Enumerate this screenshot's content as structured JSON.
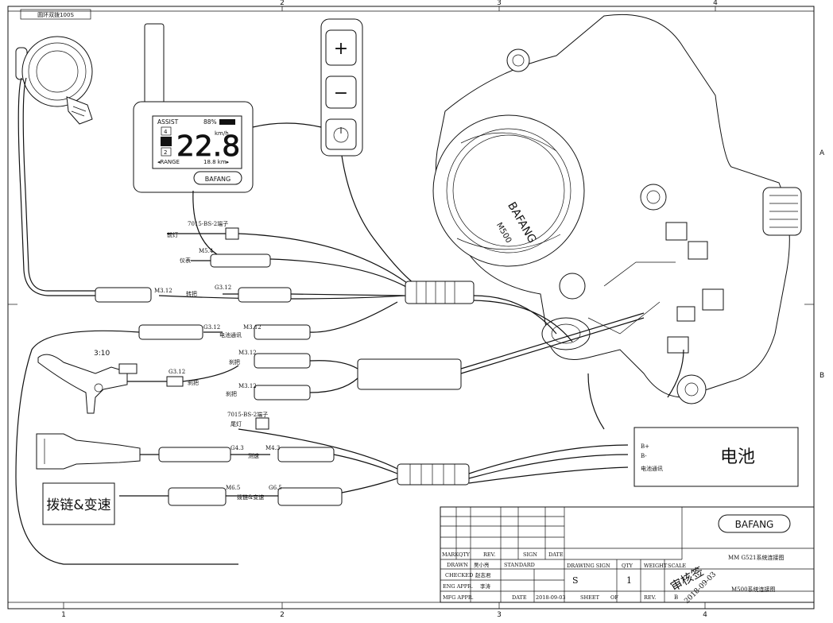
{
  "frame": {
    "col_top": [
      "2",
      "3",
      "4"
    ],
    "col_bottom": [
      "1",
      "2",
      "3",
      "4"
    ],
    "row_right": [
      "A",
      "B"
    ]
  },
  "components": {
    "throttle_title": "圆环双拨100S",
    "display": {
      "assist": "ASSIST",
      "battery": "88%",
      "level_high": "4",
      "level_low": "2",
      "speed": "22.8",
      "unit": "km/h",
      "range_label": "◂RANGE",
      "range_value": "18.8 km▸",
      "brand": "BAFANG"
    },
    "remote": {
      "plus": "+",
      "minus": "−"
    },
    "motor_brand": "BAFANG",
    "motor_model": "M500",
    "brake_ratio": "3:10"
  },
  "wiring_labels": {
    "front_light_connector": "7015-BS-2端子",
    "front_light": "前灯",
    "display_conn": "M5.4",
    "display": "仪表",
    "throttle_conn": "M3.12",
    "throttle": "转把",
    "g3_conn": "G3.12",
    "battery_comm_a": "G3.12",
    "battery_comm_b": "M3.12",
    "battery_comm": "电池通讯",
    "brake_conn_1": "M3.12",
    "brake_1": "刹把",
    "brake_conn_2": "M3.12",
    "brake_2": "刹把",
    "brake_lever_conn": "G3.12",
    "brake_lever": "刹把",
    "rear_light_connector": "7015-BS-2端子",
    "rear_light": "尾灯",
    "speed_conn_g": "G4.3",
    "speed_conn_m": "M4.3",
    "speed_sensor": "测速",
    "shift_conn_m": "M6.5",
    "shift_sensor": "拨链&变速",
    "shift_conn_g": "G6.5",
    "shift_box": "拨链&变速"
  },
  "battery_box": {
    "b_plus": "B+",
    "b_minus": "B-",
    "comm": "电池通讯",
    "title": "电池"
  },
  "title_block": {
    "brand": "BAFANG",
    "mark": "MARK",
    "qty": "QTY",
    "rev": "REV.",
    "sign": "SIGN",
    "date": "DATE",
    "drawn": "DRAWN",
    "drawn_name": "吴小亮",
    "standard": "STANDARD",
    "checked": "CHECKED",
    "checked_name": "赵志君",
    "eng_appr": "ENG APPR.",
    "eng_name": "李涛",
    "mfg_appr": "MFG APPR.",
    "date_label": "DATE",
    "date_value": "2018-09-03",
    "drawing_sign": "DRAWING SIGN",
    "qty2": "QTY",
    "weight": "WEIGHT",
    "scale": "SCALE",
    "s": "S",
    "one": "1",
    "sheet": "SHEET",
    "of": "OF",
    "rev2": "REV.",
    "rev_b": "B",
    "drawing_title_1": "MM G521系统连接图",
    "drawing_title_2": "M500系统连接图",
    "stamp_text": "2018-09-03",
    "signature": "审核签"
  }
}
